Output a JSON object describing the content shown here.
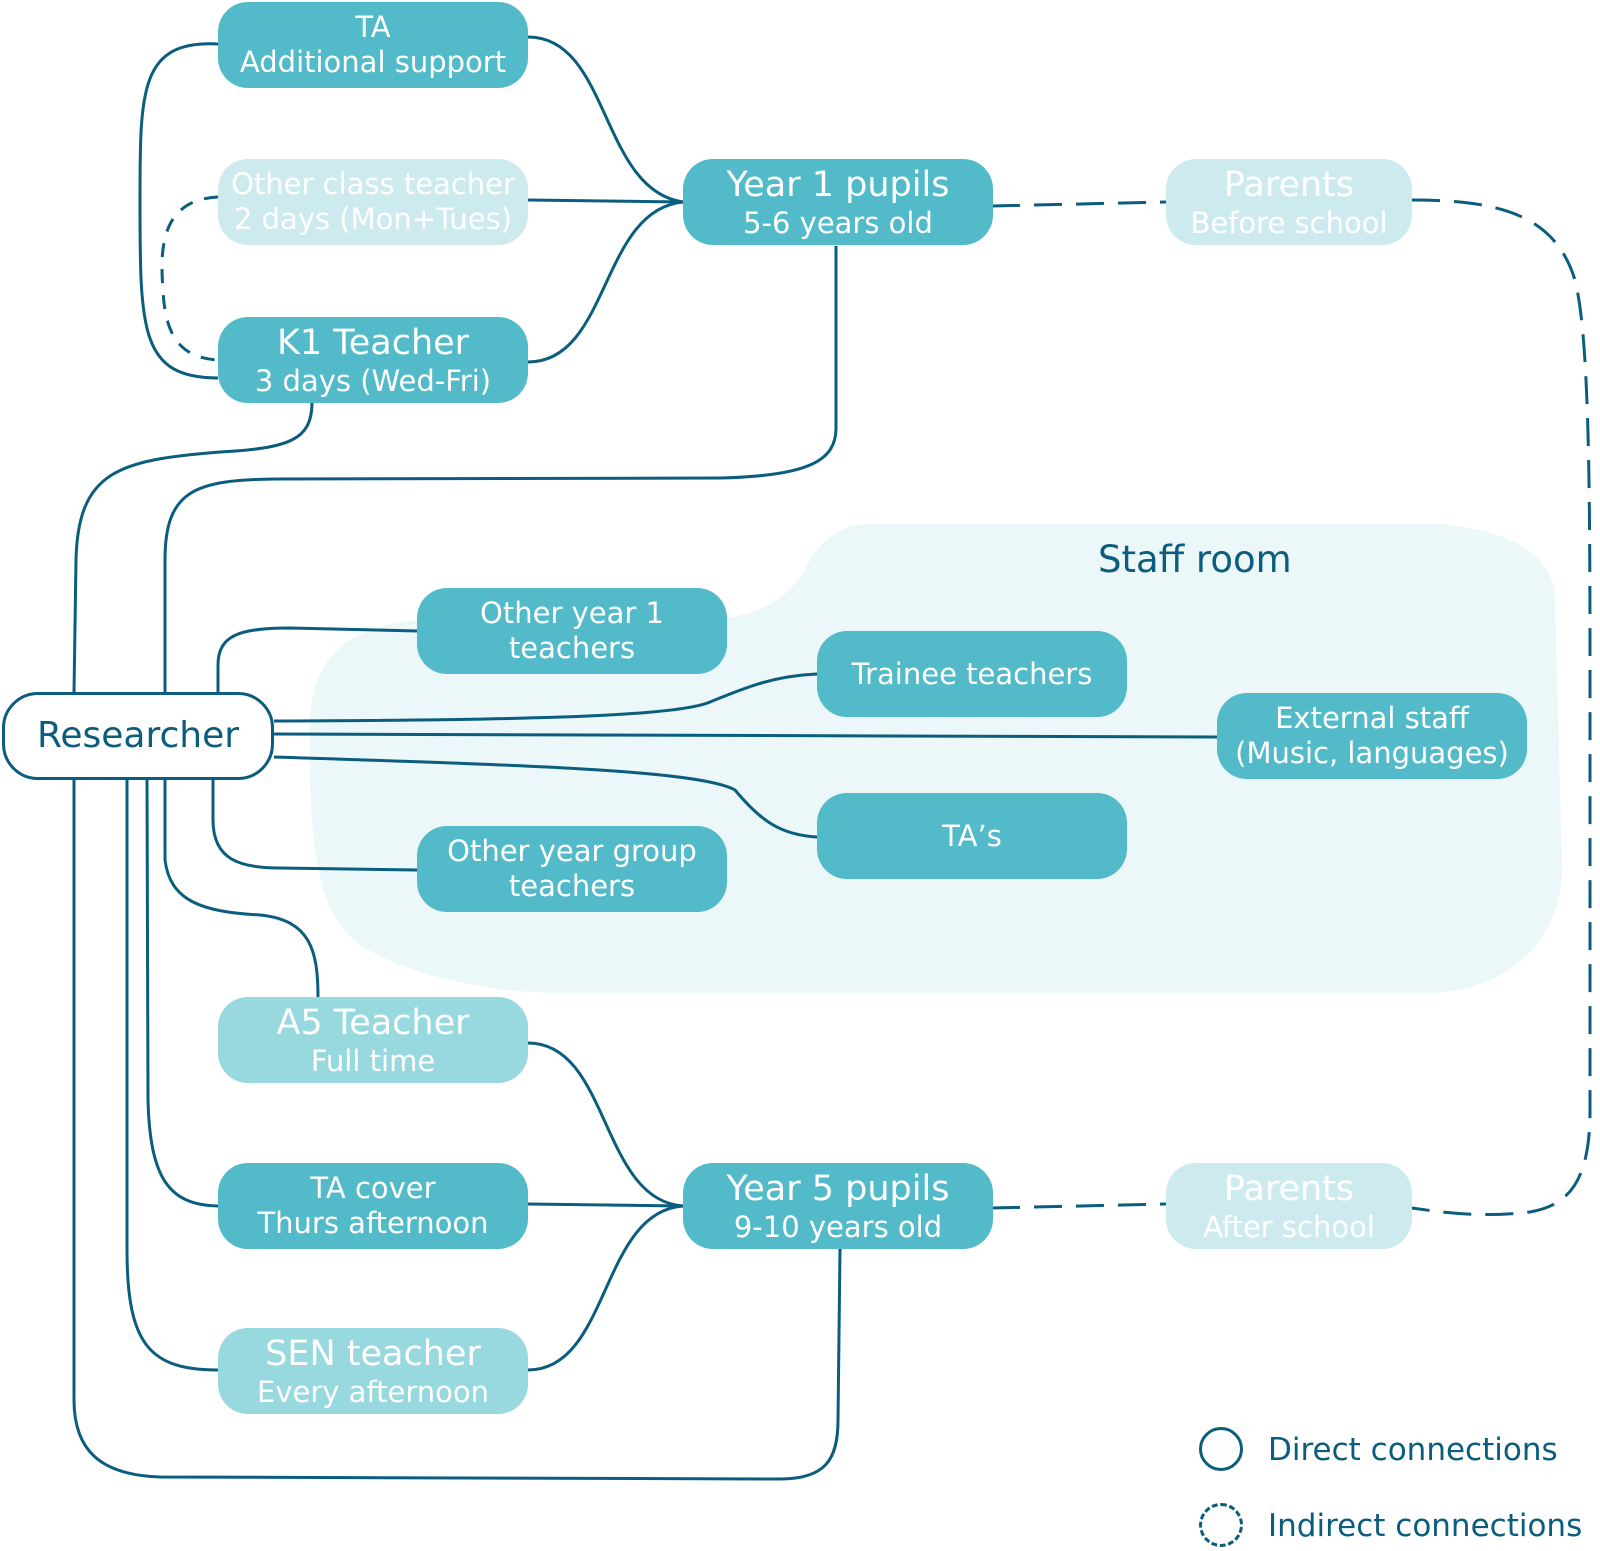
{
  "staff_room": {
    "label": "Staff room"
  },
  "nodes": {
    "ta_support": {
      "line1": "TA",
      "line2": "Additional support"
    },
    "other_class_teacher": {
      "line1": "Other class teacher",
      "line2": "2 days (Mon+Tues)"
    },
    "k1_teacher": {
      "line1": "K1 Teacher",
      "line2": "3 days (Wed-Fri)"
    },
    "year1": {
      "line1": "Year 1 pupils",
      "line2": "5-6 years old"
    },
    "parents_before": {
      "line1": "Parents",
      "line2": "Before school"
    },
    "researcher": {
      "label": "Researcher"
    },
    "other_year1_teachers": {
      "line1": "Other year 1",
      "line2": "teachers"
    },
    "trainee_teachers": {
      "line1": "Trainee teachers"
    },
    "external_staff": {
      "line1": "External staff",
      "line2": "(Music, languages)"
    },
    "tas": {
      "line1": "TA’s"
    },
    "other_year_group": {
      "line1": "Other year group",
      "line2": "teachers"
    },
    "a5_teacher": {
      "line1": "A5 Teacher",
      "line2": "Full time"
    },
    "ta_cover": {
      "line1": "TA cover",
      "line2": "Thurs afternoon"
    },
    "sen_teacher": {
      "line1": "SEN teacher",
      "line2": "Every afternoon"
    },
    "year5": {
      "line1": "Year 5 pupils",
      "line2": "9-10 years old"
    },
    "parents_after": {
      "line1": "Parents",
      "line2": "After school"
    }
  },
  "legend": {
    "direct": "Direct connections",
    "indirect": "Indirect connections"
  },
  "colors": {
    "line": "#0b5d7e",
    "node_dark": "#52bac8",
    "node_light": "#98d8df",
    "node_pale": "#cdebee",
    "staff_room_fill": "#ebf7f8"
  }
}
